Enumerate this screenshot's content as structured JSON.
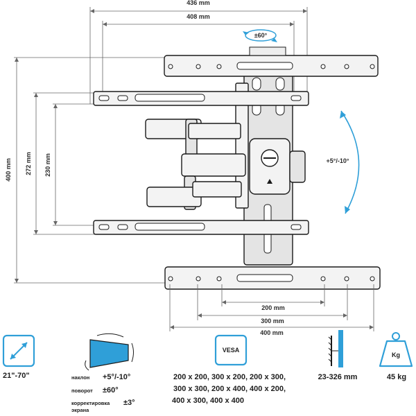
{
  "dimensions": {
    "width_outer": "436 mm",
    "width_inner": "408 mm",
    "swivel": "±60°",
    "height_outer": "400 mm",
    "height_mid": "272 mm",
    "height_inner": "230 mm",
    "tilt": "+5°/-10°",
    "bottom_200": "200 mm",
    "bottom_300": "300 mm",
    "bottom_400": "400 mm"
  },
  "specs": {
    "screen_size": "21\"-70\"",
    "tilt_label": "наклон",
    "tilt_value": "+5°/-10°",
    "swivel_label": "поворот",
    "swivel_value": "±60°",
    "level_label_1": "корректировка",
    "level_label_2": "экрана",
    "level_value": "±3°",
    "vesa_badge": "VESA",
    "vesa_lines": [
      "200 x 200, 300 x 200, 200 x 300,",
      "300 x 300, 200 x 400, 400 x 200,",
      "400 x 300, 400 x 400"
    ],
    "wall_distance": "23-326 mm",
    "max_load": "45 kg",
    "weight_badge": "Kg"
  },
  "colors": {
    "accent": "#2f9fd8",
    "line": "#1a1a1a"
  }
}
